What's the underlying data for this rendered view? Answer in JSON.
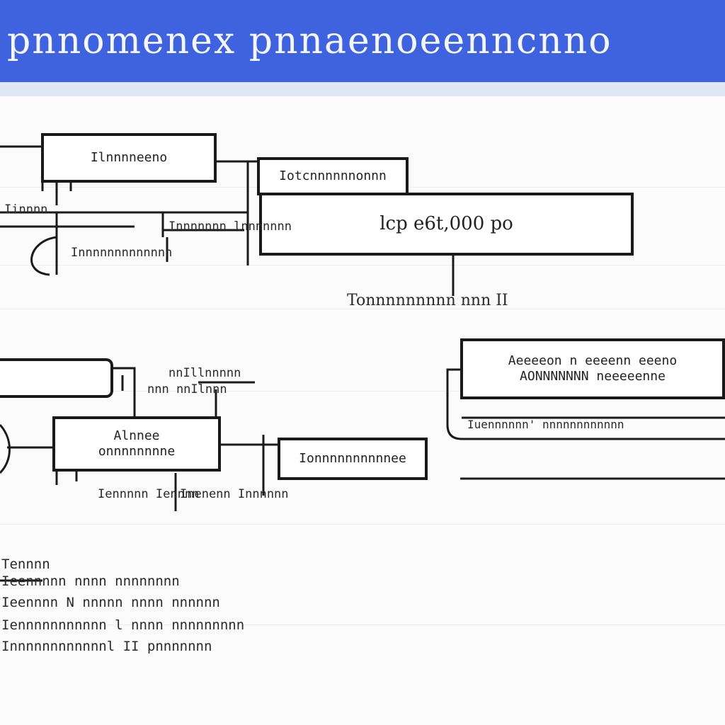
{
  "header": {
    "title": "pnnomenex pnnaenoeenncnno",
    "background": "#3f63de",
    "text_color": "#f4f6ff"
  },
  "nodes": {
    "top_left_box": "Ilnnnneeno",
    "top_mid_box": "Iotcnnnnnnonnn",
    "main_box": "lcp e6t,000 po",
    "right_top_box": "Aeeeeon n eeeenn eeeno\nAONNNNNNN neeeeenne",
    "left_mid_box": "",
    "center_box": "Alnnee\nonnnnnnnne",
    "center_right_box": "Ionnnnnnnnnnee"
  },
  "labels": {
    "left_lbl_1": "Iinnnn",
    "left_lbl_2": "Innnnnnnnnnnnn",
    "left_lbl_3": "Innnnnnn lnnnnnnn",
    "main_caption": "Tonnnnnnnnn nnn II",
    "mid_lbl_1": "nnIllnnnnn",
    "mid_lbl_2": "nnn nnIlnnn",
    "right_row_lbl": "Iuennnnnn' nnnnnnnnnnnn",
    "bottom_lbl_1": "Iennnnn Iennnn",
    "bottom_lbl_2": "Inenenn Innnnnn"
  },
  "legend": [
    "Tennnn",
    "Ieennnnn nnnn nnnnnnnn",
    "Ieennnn N nnnnn nnnn nnnnnn",
    "Iennnnnnnnnnn l nnnn nnnnnnnnn",
    "Innnnnnnnnnnnl II pnnnnnnn"
  ]
}
